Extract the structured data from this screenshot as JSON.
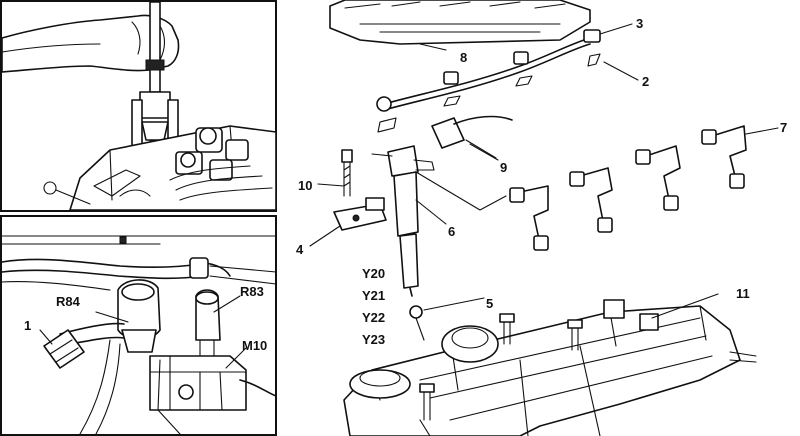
{
  "callouts": {
    "c1": "1",
    "c2": "2",
    "c3": "3",
    "c4": "4",
    "c5": "5",
    "c6": "6",
    "c7": "7",
    "c8": "8",
    "c9": "9",
    "c10": "10",
    "c11": "11",
    "r84": "R84",
    "r83": "R83",
    "m10": "M10",
    "y20": "Y20",
    "y21": "Y21",
    "y22": "Y22",
    "y23": "Y23"
  }
}
